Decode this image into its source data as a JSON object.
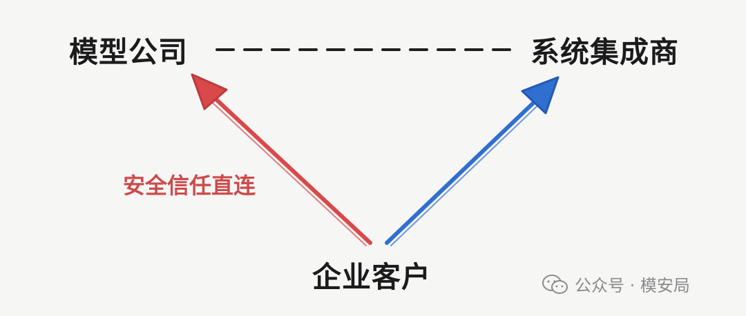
{
  "nodes": {
    "model_company": "模型公司",
    "system_integrator": "系统集成商",
    "enterprise_customer": "企业客户"
  },
  "edges": {
    "left_arrow_label": "安全信任直连"
  },
  "watermark": {
    "text": "公众号 · 模安局",
    "icon": "wechat-icon"
  },
  "colors": {
    "red_arrow": "#d9484a",
    "blue_arrow": "#2f6fd0",
    "text": "#1b1b1b",
    "label_red": "#cc4b4b"
  }
}
